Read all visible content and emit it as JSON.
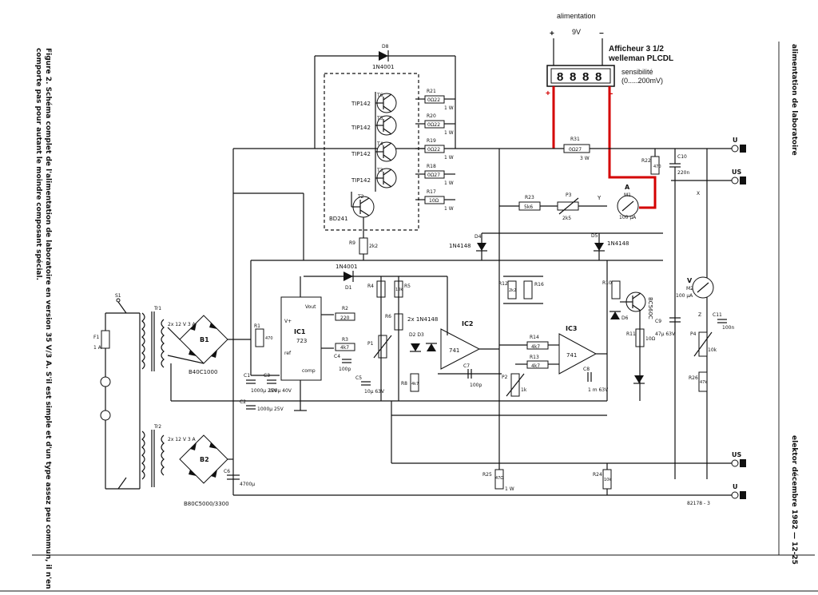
{
  "supply": {
    "title": "alimentation",
    "plus": "+",
    "minus": "−",
    "voltage": "9V"
  },
  "display": {
    "name_line1": "Afficheur 3 1/2",
    "name_line2": "welleman PLCDL",
    "sens_line1": "sensibilité",
    "sens_line2": "(0.....200mV)",
    "digits": [
      "8",
      "8",
      "8",
      "8"
    ],
    "pin_plus": "+",
    "pin_minus": "-"
  },
  "side_texts": {
    "left_line1": "Figure 2. Schéma complet de l'alimentation de laboratoire en version 35 V/3 A. S'il est simple et d'un type assez peu commun, il n'en",
    "left_line2": "comporte pas pour autant le moindre composant spécial.",
    "right_top": "alimentation de laboratoire",
    "right_bottom": "elektor décembre 1982 — 12-25"
  },
  "transistors": [
    {
      "ref": "T6",
      "type": "TIP142"
    },
    {
      "ref": "T5",
      "type": "TIP142"
    },
    {
      "ref": "T4",
      "type": "TIP142"
    },
    {
      "ref": "T3",
      "type": "TIP142"
    },
    {
      "ref": "T2",
      "type": "BD241"
    }
  ],
  "resistors": {
    "r21": {
      "ref": "R21",
      "value": "0Ω22",
      "power": "1 W"
    },
    "r20": {
      "ref": "R20",
      "value": "0Ω22",
      "power": "1 W"
    },
    "r19": {
      "ref": "R19",
      "value": "0Ω22",
      "power": "1 W"
    },
    "r18": {
      "ref": "R18",
      "value": "0Ω27",
      "power": "1 W"
    },
    "r17": {
      "ref": "R17",
      "value": "10Ω",
      "power": "1 W"
    },
    "r31": {
      "ref": "R31",
      "value": "0Ω27",
      "power": "3 W"
    },
    "r22": {
      "ref": "R22",
      "value": "470"
    },
    "r23": {
      "ref": "R23",
      "value": "5k6"
    },
    "r9": {
      "ref": "R9",
      "value": "2k2"
    },
    "r2": {
      "ref": "R2",
      "value": "220"
    },
    "r3": {
      "ref": "R3",
      "value": "4k7"
    },
    "r1": {
      "ref": "R1",
      "value": "470"
    },
    "r4": {
      "ref": "R4",
      "value": "1k"
    },
    "r5": {
      "ref": "R5",
      "value": "10k"
    },
    "r6": {
      "ref": "R6",
      "value": "1k"
    },
    "r8": {
      "ref": "R8",
      "value": "4k7"
    },
    "r12": {
      "ref": "R12",
      "value": "2k2"
    },
    "r16": {
      "ref": "R16"
    },
    "r14": {
      "ref": "R14",
      "value": "4k7"
    },
    "r13": {
      "ref": "R13",
      "value": "4k7"
    },
    "r10": {
      "ref": "R10",
      "value": "10k"
    },
    "r11": {
      "ref": "R11",
      "value": "10Ω"
    },
    "r25": {
      "ref": "R25",
      "value": "47Ω",
      "power": "1 W"
    },
    "r24": {
      "ref": "R24",
      "value": "10k"
    },
    "r26": {
      "ref": "R26",
      "value": "47k"
    }
  },
  "diodes": {
    "d8": {
      "ref": "D8",
      "type": "1N4001"
    },
    "d1": {
      "ref": "D1",
      "type": "1N4001"
    },
    "d4": {
      "ref": "D4",
      "type": "1N4148"
    },
    "d5": {
      "ref": "D5",
      "type": "1N4148"
    },
    "d23": {
      "ref": "D2 D3",
      "type": "2x 1N4148"
    },
    "d6": {
      "ref": "D6"
    }
  },
  "ics": {
    "ic1": {
      "ref": "IC1",
      "type": "723"
    },
    "ic2": {
      "ref": "IC2",
      "type": "741"
    },
    "ic3": {
      "ref": "IC3",
      "type": "741"
    }
  },
  "transformer": {
    "tr1": {
      "ref": "Tr1",
      "spec": "2x 12 V 3 A"
    },
    "tr2": {
      "ref": "Tr2",
      "spec": "2x 12 V 3 A"
    }
  },
  "bridges": {
    "b1": {
      "ref": "B1",
      "type": "B40C1000"
    },
    "b2": {
      "ref": "B2",
      "type": "B80C5000/3300"
    }
  },
  "caps": {
    "c1": {
      "ref": "C1",
      "value": "1000µ 25V"
    },
    "c3": {
      "ref": "C3",
      "value": "100µ 40V"
    },
    "c2": {
      "ref": "C2",
      "value": "1000µ 25V"
    },
    "c4": {
      "ref": "C4",
      "value": "100p"
    },
    "c5": {
      "ref": "C5",
      "value": "10µ 63V"
    },
    "c6": {
      "ref": "C6",
      "value": "4700µ"
    },
    "c7": {
      "ref": "C7",
      "value": "100p"
    },
    "c8": {
      "ref": "C8",
      "value": "1 m 63V"
    },
    "c9": {
      "ref": "C9",
      "value": "47µ 63V"
    },
    "c10": {
      "ref": "C10",
      "value": "220n"
    },
    "c11": {
      "ref": "C11",
      "value": "100n"
    }
  },
  "meters": {
    "m1": {
      "ref": "M1",
      "range": "100 µA",
      "type": "A"
    },
    "m2": {
      "ref": "M2",
      "range": "100 µA",
      "type": "V"
    }
  },
  "pots": {
    "p1": {
      "ref": "P1"
    },
    "p2": {
      "ref": "P2",
      "value": "1k"
    },
    "p3": {
      "ref": "P3",
      "value": "2k5"
    },
    "p4": {
      "ref": "P4",
      "value": "10k"
    }
  },
  "misc": {
    "s1": "S1",
    "f1": {
      "ref": "F1",
      "value": "1 A"
    },
    "t7": {
      "ref": "T7",
      "type": "BC560C"
    },
    "outputs": {
      "u_top": "U",
      "us_top": "US",
      "us_bottom": "US",
      "u_bottom": "U"
    },
    "node_y": "Y",
    "node_x": "X",
    "node_z": "Z",
    "code": "82178 - 3"
  },
  "colors": {
    "wire": "#111111",
    "added_wires": "#d40000",
    "background": "#ffffff"
  }
}
